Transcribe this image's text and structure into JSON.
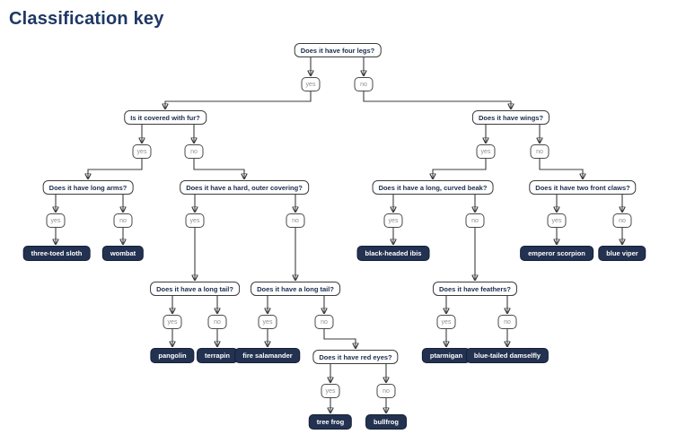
{
  "title": "Classification key",
  "labels": {
    "yes": "yes",
    "no": "no"
  },
  "colors": {
    "title_text": "#1f3864",
    "question_text": "#1b2b4d",
    "question_border": "#3d3d3d",
    "yesno_text": "#8f8f8f",
    "answer_bg": "#233250",
    "answer_text": "#ffffff",
    "line": "#3d3d3d"
  },
  "tree": {
    "q": "Does it have four legs?",
    "yes": {
      "q": "Is it covered with fur?",
      "yes": {
        "q": "Does it have long arms?",
        "yes": "three-toed sloth",
        "no": "wombat"
      },
      "no": {
        "q": "Does it have a hard, outer covering?",
        "yes": {
          "q": "Does it have a long tail?",
          "yes": "pangolin",
          "no": "terrapin"
        },
        "no": {
          "q": "Does it have a long tail?",
          "yes": "fire salamander",
          "no": {
            "q": "Does it have red eyes?",
            "yes": "tree frog",
            "no": "bullfrog"
          }
        }
      }
    },
    "no": {
      "q": "Does it have wings?",
      "yes": {
        "q": "Does it have a long, curved beak?",
        "yes": "black-headed ibis",
        "no": {
          "q": "Does it have feathers?",
          "yes": "ptarmigan",
          "no": "blue-tailed damselfly"
        }
      },
      "no": {
        "q": "Does it have two front claws?",
        "yes": "emperor scorpion",
        "no": "blue viper"
      }
    }
  }
}
